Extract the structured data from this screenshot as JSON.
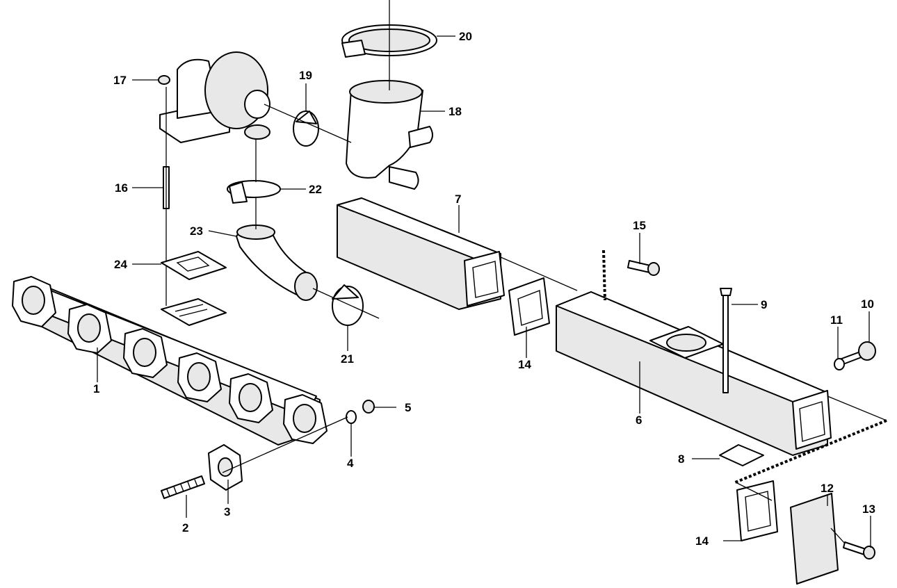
{
  "labels": {
    "p1": "1",
    "p2": "2",
    "p3": "3",
    "p4": "4",
    "p5": "5",
    "p6": "6",
    "p7": "7",
    "p8": "8",
    "p9": "9",
    "p10": "10",
    "p11": "11",
    "p12": "12",
    "p13": "13",
    "p14a": "14",
    "p14b": "14",
    "p15": "15",
    "p16": "16",
    "p17": "17",
    "p18": "18",
    "p19": "19",
    "p20": "20",
    "p21": "21",
    "p22": "22",
    "p23": "23",
    "p24": "24"
  }
}
